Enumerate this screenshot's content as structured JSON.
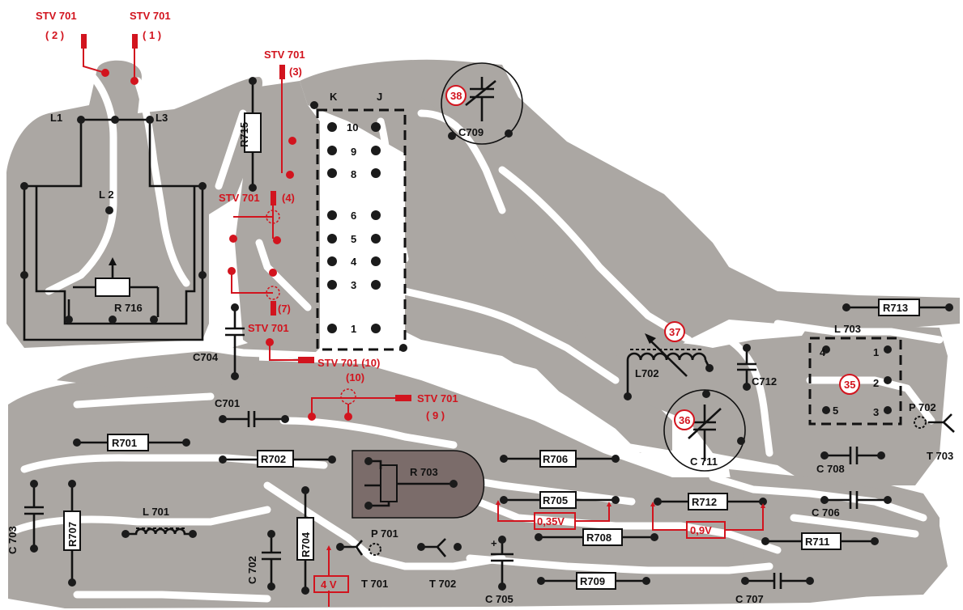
{
  "colors": {
    "board": "#aba7a3",
    "traces_copper": "#aba7a3",
    "ink": "#111111",
    "red": "#d2141e",
    "paper": "#ffffff"
  },
  "connectors": {
    "stv2": {
      "name": "STV 701",
      "pin": "( 2 )"
    },
    "stv1": {
      "name": "STV 701",
      "pin": "( 1 )"
    },
    "stv3": {
      "name": "STV 701",
      "pin": "(3)"
    },
    "stv4": {
      "label": "STV 701",
      "pin": "(4)"
    },
    "stv7": {
      "pin": "(7)",
      "name": "STV 701"
    },
    "stv10": {
      "label": "STV  701 (10)",
      "sub": "(10)"
    },
    "stv9": {
      "label": "STV 701",
      "pin": "( 9 )"
    }
  },
  "module": {
    "col_k": "K",
    "col_j": "J",
    "pins": [
      "10",
      "9",
      "8",
      "6",
      "5",
      "4",
      "3",
      "1"
    ]
  },
  "components": {
    "L1": "L1",
    "L3": "L3",
    "L2": "L 2",
    "R715": "R715",
    "R716": "R 716",
    "C704": "C704",
    "C701": "C701",
    "R701": "R701",
    "R702": "R702",
    "R703": "R 703",
    "R706": "R706",
    "R705": "R705",
    "R712": "R712",
    "R708": "R708",
    "R711": "R711",
    "R709": "R709",
    "R713": "R713",
    "C703": "C 703",
    "R707": "R707",
    "L701": "L 701",
    "C702": "C 702",
    "R704": "R704",
    "P701": "P 701",
    "T701": "T 701",
    "T702": "T 702",
    "C705": "C 705",
    "C705_plus": "+",
    "C709": "C709",
    "C711": "C 711",
    "C712": "C712",
    "L702": "L702",
    "L703": "L 703",
    "C708": "C 708",
    "C706": "C 706",
    "C707": "C 707",
    "P702": "P 702",
    "T703": "T 703",
    "L703_pins": [
      "4",
      "1",
      "2",
      "5",
      "3"
    ]
  },
  "adjust_points": {
    "p38": "38",
    "p37": "37",
    "p36": "36",
    "p35": "35"
  },
  "voltages": {
    "v035": "0,35V",
    "v09": "0,9V",
    "v4": "4 V"
  }
}
